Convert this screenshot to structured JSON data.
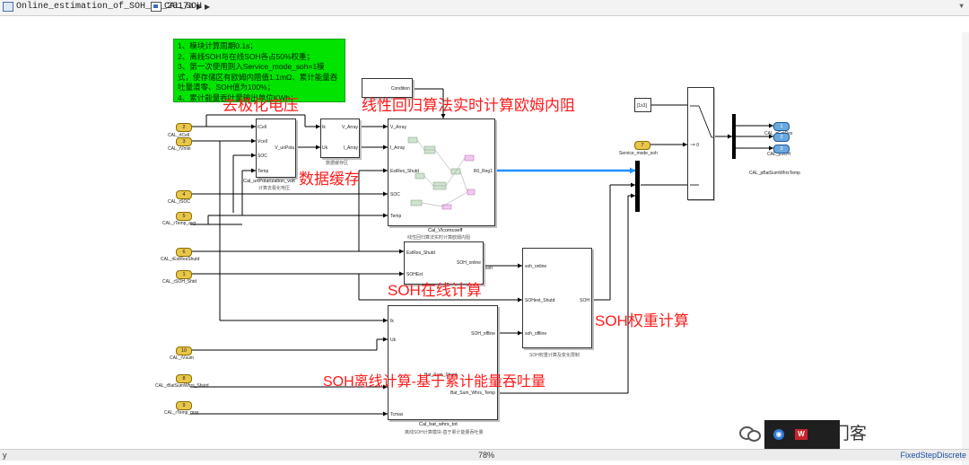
{
  "breadcrumb": {
    "model": "Online_estimation_of_SOH_V4_2017a",
    "subsystem": "CAL_SOH"
  },
  "note": {
    "lines": [
      "1、模块计算周期0.1s；",
      "2、离线SOH与在线SOH各占50%权重；",
      "3、第一次使用则入Service_mode_soh=1模",
      "式，使存储区有欧姆内阻值1.1mΩ、累计能量吞",
      "吐量清零、SOH值为100%；",
      "4、累计能量吞吐量输出单位KWh；"
    ]
  },
  "annotations": {
    "depolarization": "去极化电压",
    "linear_regression": "线性回归算法实时计算欧姆内阻",
    "data_buffer": "数据缓存",
    "soh_online": "SOH在线计算",
    "soh_weight": "SOH权重计算",
    "soh_offline": "SOH离线计算-基于累计能量吞吐量"
  },
  "inports": [
    {
      "num": "2",
      "name": "CAL_rICell"
    },
    {
      "num": "3",
      "name": "CAL_rVmin"
    },
    {
      "num": "4",
      "name": "CAL_rSOC"
    },
    {
      "num": "5",
      "name": "CAL_rTemp_avg"
    },
    {
      "num": "6",
      "name": "CAL_rEstResShutd"
    },
    {
      "num": "1",
      "name": "CAL_rSOH_Shtd"
    },
    {
      "num": "10",
      "name": "CAL_rVsum"
    },
    {
      "num": "8",
      "name": "CAL_rBatSumWhrs_Shutd"
    },
    {
      "num": "9",
      "name": "CAL_rTemp_max"
    },
    {
      "num": "7",
      "name": "Service_mode_soh"
    }
  ],
  "outports": [
    {
      "num": "1",
      "name": "CAL_pEstRes"
    },
    {
      "num": "2",
      "name": "CAL_pSOH"
    },
    {
      "num": "3",
      "name": "CAL_pBatSumWhrsTemp"
    }
  ],
  "blocks": {
    "unpolarization": {
      "name": "Cal_unPolarization_volt",
      "sub": "计算去极化电压",
      "ports_in": [
        "ICell",
        "Vcell",
        "SOC",
        "Temp"
      ],
      "ports_out": [
        "V_unPola"
      ]
    },
    "buffer": {
      "sub": "数据缓存区",
      "ports_in": [
        "Ik",
        "Uk"
      ],
      "ports_out": [
        "V_Array",
        "I_Array"
      ]
    },
    "vlcoef": {
      "name": "Cal_Vlcomcoeff",
      "sub": "线性回归算法实时计算欧姆内阻",
      "ports_in": [
        "V_Array",
        "I_Array",
        "EstRes_Shutd",
        "SOC",
        "Temp"
      ],
      "ports_out": [
        "R0_Reg1"
      ]
    },
    "condition": {
      "label": "Condition"
    },
    "soh_online": {
      "ports_in": [
        "EstRes_Shutd",
        "SOHEst"
      ],
      "ports_out": [
        "SOH_online"
      ],
      "out_label": "soh"
    },
    "soh_weight": {
      "sub": "SOH权重计算及变化限制",
      "ports_in": [
        "soh_online",
        "SOHest_Shutd",
        "soh_offline"
      ],
      "ports_out": [
        "SOH"
      ]
    },
    "offline": {
      "name": "Cal_bat_whrs_tot",
      "sub": "离线SOH计算模块-基于累计能量吞吐量",
      "ports_in": [
        "Ik",
        "Uk",
        "Bat_Sum_Shutd",
        "Tcmax"
      ],
      "ports_out": [
        "SOH_offline",
        "Bat_Sum_Whrs_Temp"
      ]
    },
    "constant": {
      "value": "[1x3]"
    },
    "switch": {
      "label": "~= 0"
    }
  },
  "status": {
    "left": "y",
    "zoom": "78%",
    "solver": "FixedStepDiscrete"
  },
  "watermark": "新能源入门客",
  "colors": {
    "note_bg": "#00e400",
    "annotation": "#ff1a1a",
    "inport": "#e8c64a",
    "outport": "#6aa8e0",
    "highlight_signal": "#1e90ff"
  }
}
